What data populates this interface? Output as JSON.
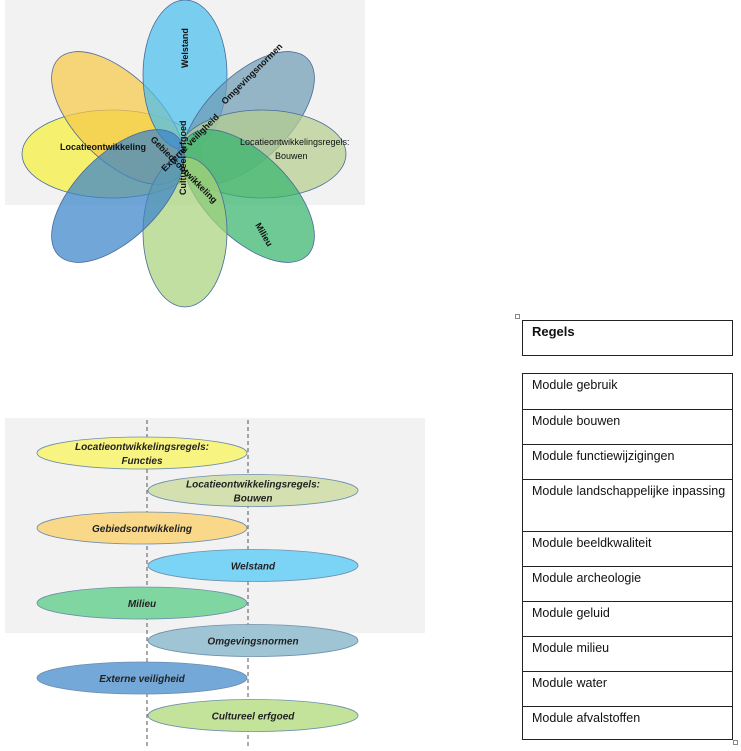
{
  "flower": {
    "petals": [
      {
        "id": "locatie-functies",
        "label": "Locatieontwikkeling",
        "color": "#f5f03c"
      },
      {
        "id": "gebiedsontwikkeling",
        "label": "Gebiedsontwikkeling",
        "color": "#f7c948"
      },
      {
        "id": "welstand",
        "label": "Welstand",
        "color": "#49bfee"
      },
      {
        "id": "omgevingsnormen",
        "label": "Omgevingsnormen",
        "color": "#6f9cb4"
      },
      {
        "id": "locatie-bouwen",
        "label": "Locatieontwikkelingsregels: Bouwen",
        "color": "#b5cf8f"
      },
      {
        "id": "milieu",
        "label": "Milieu",
        "color": "#36b46c"
      },
      {
        "id": "cultureel-erfgoed",
        "label": "Cultureel erfgoed",
        "color": "#a8d37c"
      },
      {
        "id": "externe-veiligheid",
        "label": "Externe veiligheid",
        "color": "#3a84c9"
      }
    ]
  },
  "bars": {
    "items": [
      {
        "label": "Locatieontwikkelingsregels:",
        "label2": "Functies",
        "color": "#f8f482",
        "side": "left"
      },
      {
        "label": "Locatieontwikkelingsregels:",
        "label2": "Bouwen",
        "color": "#d5e0b1",
        "side": "right"
      },
      {
        "label": "Gebiedsontwikkeling",
        "label2": "",
        "color": "#fad88a",
        "side": "left"
      },
      {
        "label": "Welstand",
        "label2": "",
        "color": "#7bd3f6",
        "side": "right"
      },
      {
        "label": "Milieu",
        "label2": "",
        "color": "#80d6a1",
        "side": "left"
      },
      {
        "label": "Omgevingsnormen",
        "label2": "",
        "color": "#9fc5d4",
        "side": "right"
      },
      {
        "label": "Externe veiligheid",
        "label2": "",
        "color": "#74a8d8",
        "side": "left"
      },
      {
        "label": "Cultureel erfgoed",
        "label2": "",
        "color": "#c4e39a",
        "side": "right"
      }
    ]
  },
  "rules": {
    "header": "Regels",
    "items": [
      "Module gebruik",
      "Module bouwen",
      "Module functiewijzigingen",
      "Module landschappelijke inpassing",
      "Module beeldkwaliteit",
      "Module archeologie",
      "Module geluid",
      "Module milieu",
      "Module water",
      "Module afvalstoffen"
    ]
  }
}
